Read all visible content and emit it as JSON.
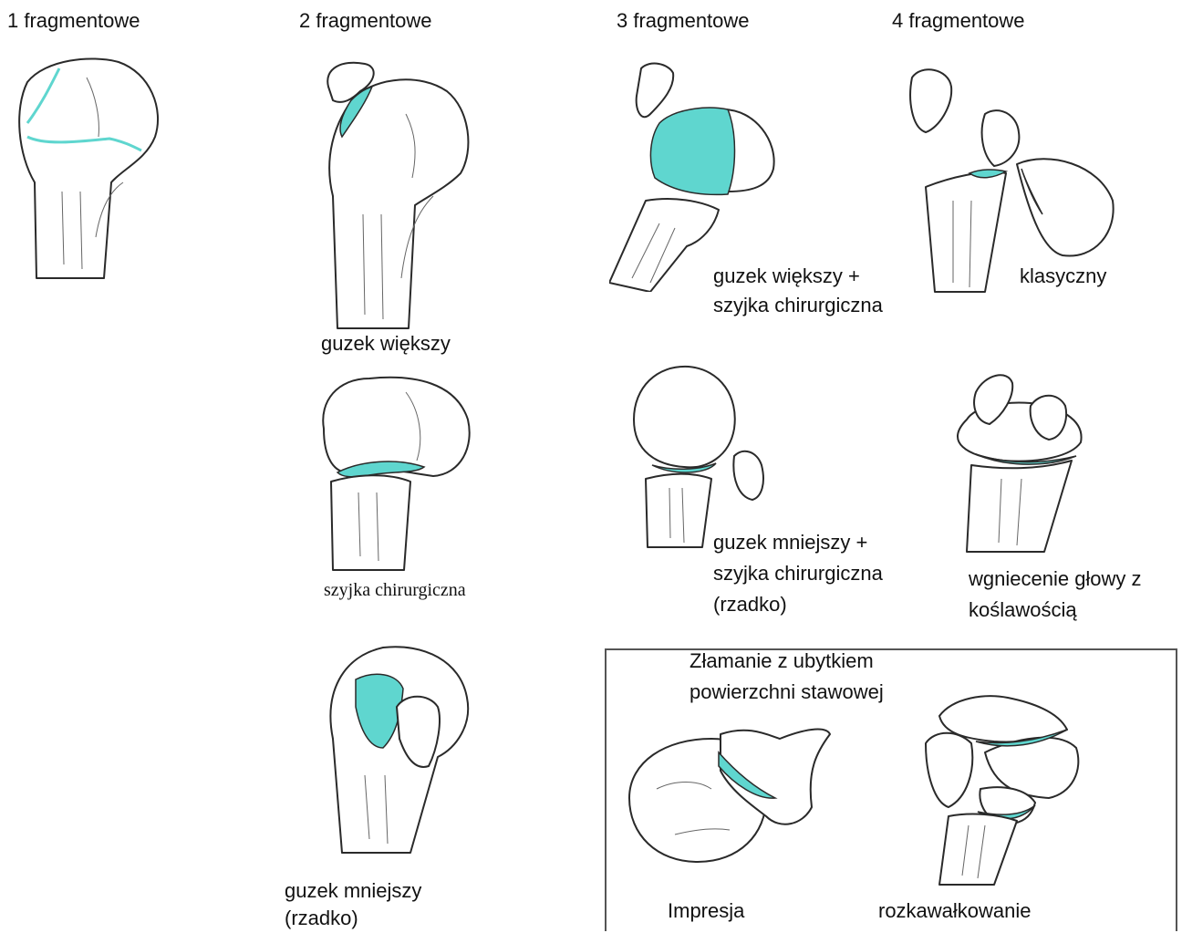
{
  "columns": {
    "one": "1 fragmentowe",
    "two": "2 fragmentowe",
    "three": "3 fragmentowe",
    "four": "4 fragmentowe"
  },
  "labels": {
    "two_greater": "guzek większy",
    "two_surgical": "szyjka chirurgiczna",
    "two_lesser_1": "guzek mniejszy",
    "two_lesser_2": "(rzadko)",
    "three_greater_1": "guzek większy +",
    "three_greater_2": "szyjka chirurgiczna",
    "three_lesser_1": "guzek mniejszy +",
    "three_lesser_2": "szyjka chirurgiczna",
    "three_lesser_3": "(rzadko)",
    "four_classic": "klasyczny",
    "four_valgus_1": "wgniecenie głowy z",
    "four_valgus_2": "koślawością"
  },
  "articular_box": {
    "title_1": "Złamanie z ubytkiem",
    "title_2": "powierzchni stawowej",
    "impression": "Impresja",
    "split": "rozkawałkowanie"
  },
  "colors": {
    "fracture": "#5fd6cf",
    "outline": "#2a2a2a",
    "box_border": "#555555"
  }
}
